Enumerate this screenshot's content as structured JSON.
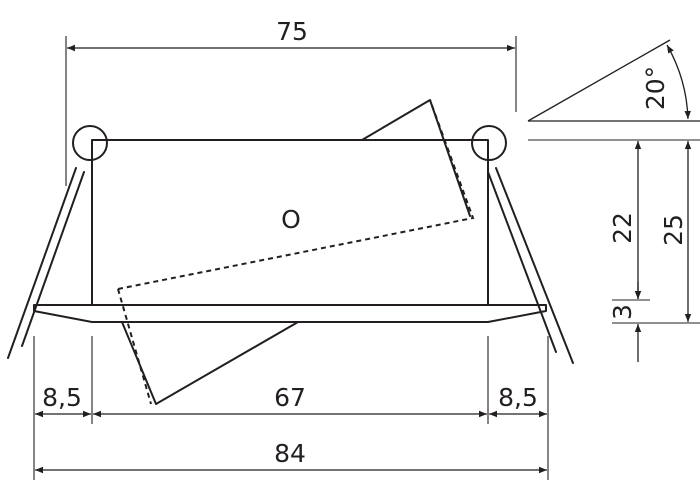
{
  "dimensions": {
    "top_width": "75",
    "tilt_angle": "20°",
    "body_height": "22",
    "total_height": "25",
    "flange_height": "3",
    "left_margin": "8,5",
    "inner_width": "67",
    "right_margin": "8,5",
    "overall_width": "84"
  },
  "labels": {
    "center_mark": "O"
  }
}
